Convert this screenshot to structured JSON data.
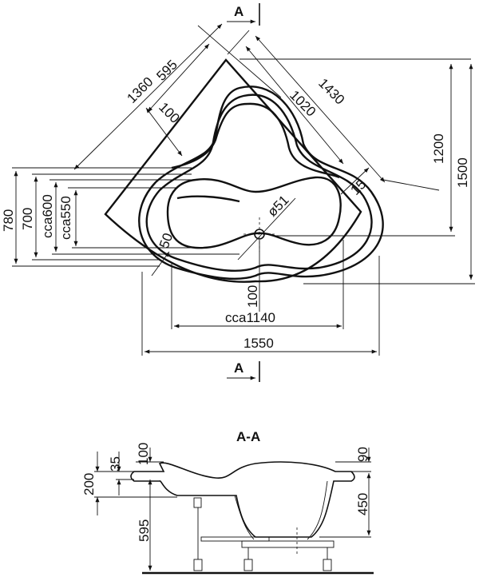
{
  "title": "Corner bathtub dimension drawing",
  "plan_view": {
    "section_mark": "A",
    "dimensions": {
      "side_length": "1360",
      "seat_depth": "595",
      "rim_width": "100",
      "inner_diagonal": "1020",
      "outer_diagonal": "1430",
      "height_1200": "1200",
      "height_1500": "1500",
      "d780": "780",
      "d700": "700",
      "cca600": "cca600",
      "cca550": "cca550",
      "offset_15": "15",
      "drain": "ø51",
      "offset_50": "50",
      "offset_100": "100",
      "inner_length": "cca1140",
      "total_width": "1550"
    }
  },
  "section_view": {
    "title": "A-A",
    "dimensions": {
      "d35": "35",
      "d100": "100",
      "d200": "200",
      "d595": "595",
      "d90": "90",
      "d450": "450"
    }
  }
}
